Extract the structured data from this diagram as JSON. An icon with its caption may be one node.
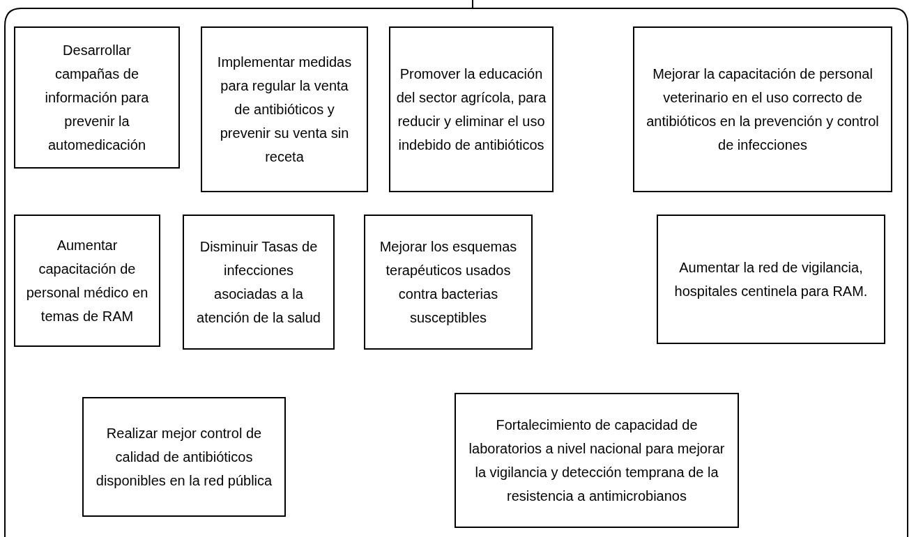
{
  "diagram": {
    "nodes": [
      {
        "text": [],
        "shape": "bracket"
      },
      {
        "text": [
          "Desarrollar campañas de información para prevenir la automedicación"
        ],
        "in": 0
      },
      {
        "text": [
          "Implementar medidas para regular la venta de antibióticos y prevenir su venta sin receta"
        ],
        "in": 0
      },
      {
        "text": [
          "Promover la educación del sector agrícola, para reducir y eliminar el uso indebido de antibióticos"
        ],
        "in": 0
      },
      {
        "text": [
          "Mejorar la capacitación de personal veterinario en el uso correcto de antibióticos en la prevención y control de infecciones"
        ],
        "in": 0
      },
      {
        "text": [
          "Aumentar capacitación de personal médico en temas de RAM"
        ],
        "in": 0
      },
      {
        "text": [
          "Disminuir Tasas de infecciones asociadas a la atención de la salud"
        ],
        "in": 0
      },
      {
        "text": [
          "Mejorar los esquemas terapéuticos usados contra bacterias susceptibles"
        ],
        "in": 0
      },
      {
        "text": [
          "Aumentar la red de vigilancia, hospitales centinela para RAM."
        ],
        "in": 0
      },
      {
        "text": [
          "Realizar mejor control de calidad de antibióticos disponibles en la red pública"
        ],
        "in": 0
      },
      {
        "text": [
          "Fortalecimiento de capacidad de laboratorios a nivel nacional para mejorar la vigilancia y detección temprana de la resistencia a antimicrobianos"
        ],
        "in": 0
      }
    ]
  }
}
